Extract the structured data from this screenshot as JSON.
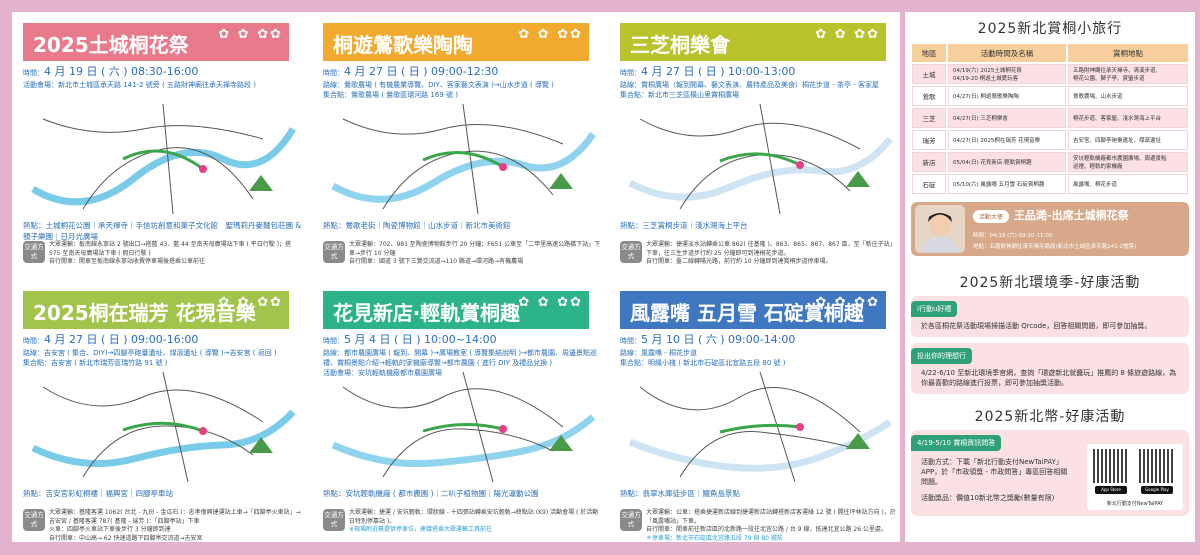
{
  "colors": {
    "background": "#e4b2cd",
    "panel_headers": [
      "#e97a8c",
      "#f1a92e",
      "#b8c22a",
      "#a3c44a",
      "#2db38a",
      "#3f78c0"
    ],
    "tag_green": "#2ea07a"
  },
  "panels": [
    {
      "title": "2025土城桐花祭",
      "time_label": "時間：",
      "time": "4 月 19 日 ( 六 ) 08:30-16:00",
      "info": [
        {
          "label": "活動會場：",
          "value": "新北市土城區承天路 141-2 號旁 ( 五路財神廟往承天禪寺路段 )"
        }
      ],
      "hot_label": "熱點：",
      "hot": "土城桐花公園｜承天禪寺｜手信坊創意和菓子文化館　聖瑪莉丹麥麵包莊園 & 親子樂園｜日月光廣場",
      "badge": "交通方式",
      "transport": [
        "大眾運輸：板南線永寧站 2 號出口→搭藍 43、藍 44 至南天母廣場站下車 ( 平日行駛 )；搭 575 至南天母廣場站下車 ( 假日行駛 )",
        "自行開車：開車至板南線永寧站收費停車場後搭乘公車前往"
      ],
      "note": ""
    },
    {
      "title": "桐遊鶯歌樂陶陶",
      "time_label": "時間：",
      "time": "4 月 27 日 ( 日 ) 09:00-12:30",
      "info": [
        {
          "label": "路線：",
          "value": "鶯歌農場 ( 有機農業導覽、DIY、客家藝文表演 )→山水步道 ( 導覽 )"
        },
        {
          "label": "集合點：",
          "value": "鶯歌農場 ( 鶯歌區環河路 169 號 )"
        }
      ],
      "hot_label": "熱點：",
      "hot": "鶯歌老街｜陶瓷博物館｜山水步道｜新北市美術館",
      "badge": "交通方式",
      "transport": [
        "大眾運輸：702、981 至陶瓷博物館步行 20 分鐘；F651 公車至「二甲里高速公路橋下站」下車→步行 10 分鐘",
        "自行開車：國道 3 號下三鶯交流道→110 縣道→環河路→有機農場"
      ],
      "note": ""
    },
    {
      "title": "三芝桐樂會",
      "time_label": "時間：",
      "time": "4 月 27 日 ( 日 ) 10:00-13:00",
      "info": [
        {
          "label": "路線：",
          "value": "賞桐廣場（報到開幕、藝文表演、農特產品及美食）桐花步道 - 茶亭 - 客家屋"
        },
        {
          "label": "集合點：",
          "value": "新北市三芝區橫山里賞桐廣場"
        }
      ],
      "hot_label": "熱點：",
      "hot": "三芝賞桐步道｜淺水灣海上平台",
      "badge": "交通方式",
      "transport": [
        "大眾運輸：捷運淡水站轉乘公車 862( 往基隆 )、863、865、867、867 區，至「新庄子站」下車，往三生步道步行約 25 分鐘即可到達桐花步道。",
        "自行開車：臺二線轉陽光路，前行約 10 分鐘即到達賞桐步道停車場。"
      ],
      "note": ""
    },
    {
      "title": "2025桐在瑞芳 花現音樂",
      "time_label": "時間：",
      "time": "4 月 27 日 ( 日 ) 09:00-16:00",
      "info": [
        {
          "label": "路線：",
          "value": "吉安宮 ( 集合、DIY)→四腳亭砲臺遺址、煤滾遺址 ( 導覽 )→吉安宮 ( 返回 )"
        },
        {
          "label": "集合點：",
          "value": "吉安宮 ( 新北市瑞芳區瑞竹路 91 號 )"
        }
      ],
      "hot_label": "熱點：",
      "hot": "吉安宮彩虹桐樓｜福興宮｜四腳亭車站",
      "badge": "交通方式",
      "transport": [
        "大眾運輸：基隆客運 1062( 台北 - 九份 - 金瓜石 )：忠孝復興捷運站上車→「四腳亭火車站」→吉安宮 / 基隆客運 787( 基隆 - 瑞芳 )：「四腳亭站」下車",
        "火車：四腳亭火車站下車後步行 3 分鐘即到達",
        "自行開車：中山高→ 62 快速道路下四腳亭交流道→吉安宮"
      ],
      "note": ""
    },
    {
      "title": "花見新店‧輕軌賞桐趣",
      "time_label": "時間：",
      "time": "5 月 4 日 ( 日 ) 10:00~14:00",
      "info": [
        {
          "label": "路線：",
          "value": "都市農園廣場 ( 報到、開幕 )→廣場教室 ( 導覽集結說明 )→都市農園、周邊景點巡禮、賞桐景點介紹→輕軌的家機廠導覽→都市農園 ( 進行 DIY 及禮品兌換 )"
        },
        {
          "label": "活動會場：",
          "value": "安坑輕軌機廠都市農園廣場"
        }
      ],
      "hot_label": "熱點：",
      "hot": "安坑輕軌機廠 ( 都市農園 )｜二叭子植物園｜陽光運動公園",
      "badge": "交通方式",
      "transport": [
        "大眾運輸：捷運 / 安坑輕軌：環狀線 - 十四張站轉乘安坑輕軌→終點站 (K9) 活動會場 ( 於活動日特別停靠站 )。"
      ],
      "note": "※現場附近無提供停車位，建議搭乘大眾運輸工具前往"
    },
    {
      "title": "風露嘴 五月雪 石碇賞桐趣",
      "time_label": "時間：",
      "time": "5 月 10 日 ( 六 ) 09:00-14:00",
      "info": [
        {
          "label": "路線：",
          "value": "風露嘴 - 桐花步道"
        },
        {
          "label": "集合點：",
          "value": "明緣小棧 ( 新北市石碇區北宜路五段 80 號 )"
        }
      ],
      "hot_label": "熱點：",
      "hot": "翡翠水庫徒步區｜鱷魚島景點",
      "badge": "交通方式",
      "transport": [
        "大眾運輸：公車：搭乘捷運新店線到捷運新店站轉搭新店客運綠 12 號 ( 開往坪林站方向 )，於「風露嘴站」下車。",
        "自行開車：開車前往新店區的北新路一段往北宜公路 / 台 9 線，抵達北宜公路 26 公里處。"
      ],
      "note": "＊停車場：新北市石碇區北宜路五段 79 與 80 號前"
    }
  ],
  "sidebar": {
    "trip_title": "2025新北賞桐小旅行",
    "table_headers": [
      "地區",
      "活動時間及名稱",
      "賞桐地點"
    ],
    "rows": [
      {
        "area": "土城",
        "event": "04/19(六) 2025土城桐花祭\n04/19-20 桐遊土城愛玩客",
        "place": "五路財神廟往承天禪寺、清溪步道、\n桐花公園、獅子亭、賞螢步道"
      },
      {
        "area": "鶯歌",
        "event": "04/27(日) 桐遊鶯歌樂陶陶",
        "place": "鶯歌農場、山水步道"
      },
      {
        "area": "三芝",
        "event": "04/27(日) 三芝桐樂會",
        "place": "桐花步道、客家屋、淺水灣海上平台"
      },
      {
        "area": "瑞芳",
        "event": "04/27(日) 2025桐在瑞芳 花現音樂",
        "place": "吉安宮、四腳亭砲臺遺址、煤窯遺址"
      },
      {
        "area": "新店",
        "event": "05/04(日) 花見新店‧輕軌賞桐趣",
        "place": "安坑輕軌機廠都市農園廣場、周邊景點\n巡禮、輕軌的家機廠"
      },
      {
        "area": "石碇",
        "event": "05/10(六) 風露嘴 五月雪 石碇賞桐趣",
        "place": "風露嘴、桐花步道"
      }
    ],
    "ambassador": {
      "tag": "活動大使",
      "name": "王品澔-出席土城桐花祭",
      "time": "時間：04/19 (六) 09:20-11:00",
      "place": "地點：五路財神廟往承天禪寺路段(新北市土城區承天路141-2號旁)"
    },
    "env_title": "2025新北環境季-好康活動",
    "env": [
      {
        "tag": "i行動u好禮",
        "text": "於各區桐花祭活動現場掃描活動 Qrcode，回答相關問題，即可參加抽獎。"
      },
      {
        "tag": "投出你的理想行",
        "text": "4/22-6/10 至新北環境季官網，查詢「環遊新北就醬玩」推薦的 8 條旅遊路線，為你最喜歡的路線進行投票，即可參加抽獎活動。"
      }
    ],
    "coin_title": "2025新北幣-好康活動",
    "coin": {
      "tag": "4/19-5/10 賞桐資訊問答",
      "method": "活動方式：下載「新北行動支付NewTaiPAY」APP，於「市政領獎 - 市政問答」專區回答相關問題。",
      "prize": "活動獎品：價值10新北幣之獎勵(數量有限)",
      "qr_caption": "新北行動支付NewTaiPAY",
      "store1": "App Store",
      "store2": "Google Play"
    }
  }
}
